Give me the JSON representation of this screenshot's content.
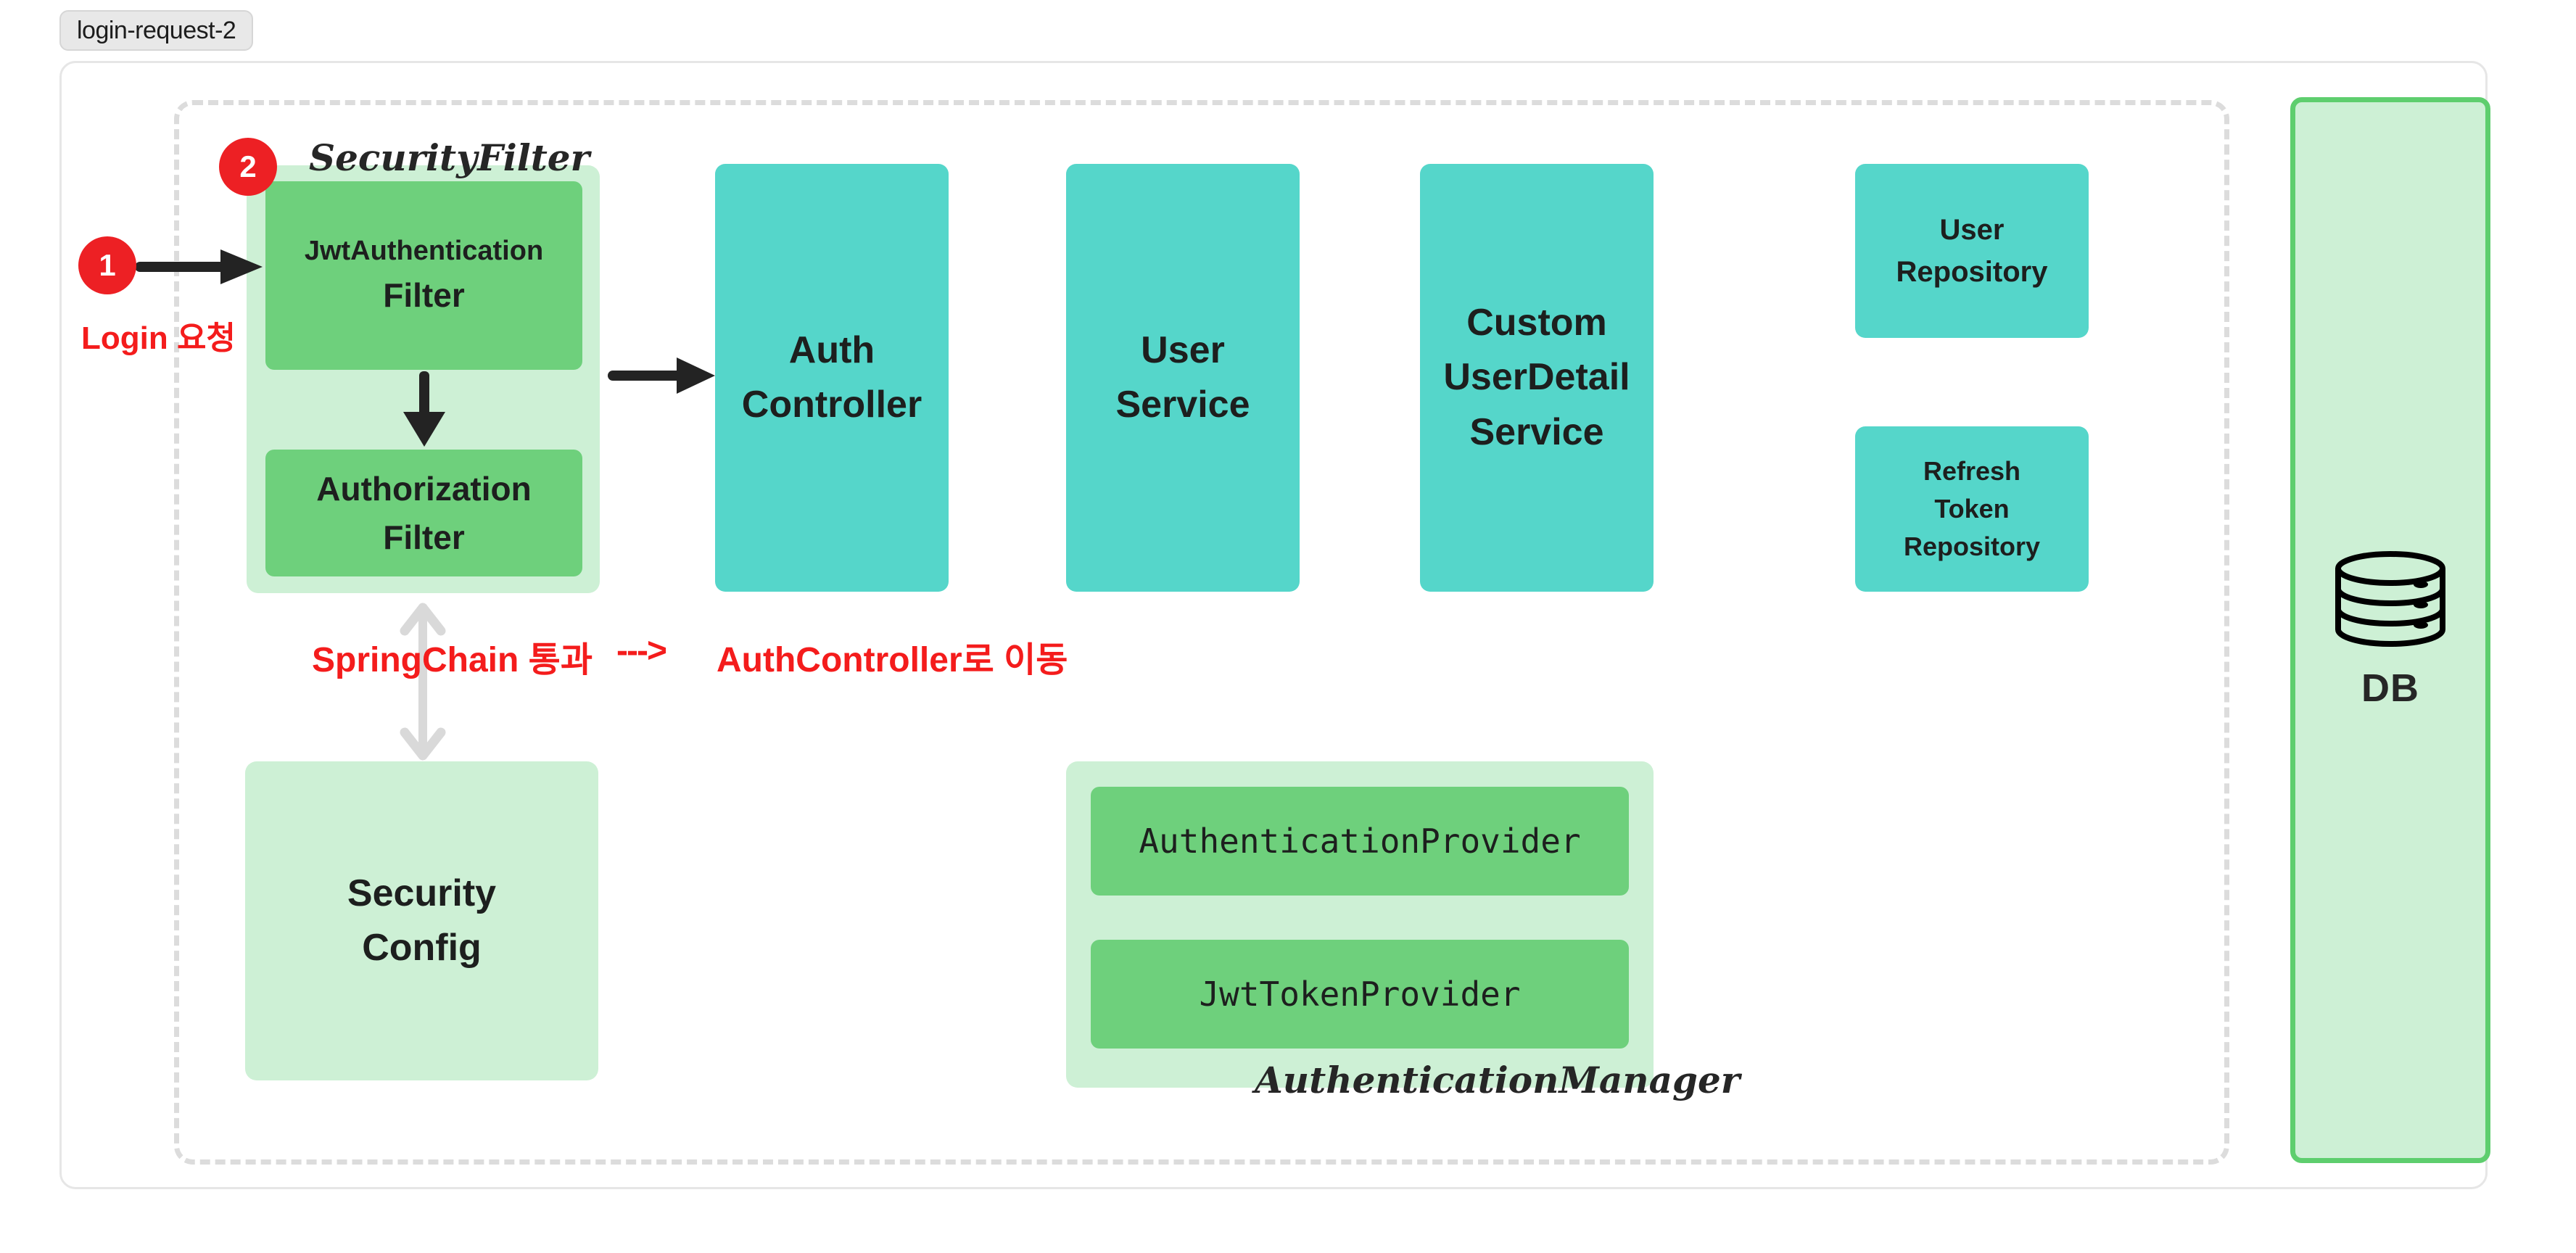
{
  "tag": {
    "label": "login-request-2"
  },
  "badges": [
    {
      "id": "step-1",
      "label": "1"
    },
    {
      "id": "step-2",
      "label": "2"
    }
  ],
  "annotations": {
    "login_request": "Login 요청",
    "spring_chain": "SpringChain 통과",
    "dashed_arrow": "--->",
    "move_to_controller": "AuthController로 이동"
  },
  "captions": {
    "security_filter": "SecurityFilter",
    "authentication_manager": "AuthenticationManager"
  },
  "security_filter_group": {
    "items": [
      {
        "line1": "JwtAuthentication",
        "line2": "Filter"
      },
      {
        "line1": "Authorization",
        "line2": "Filter"
      }
    ]
  },
  "components": {
    "auth_controller": {
      "line1": "Auth",
      "line2": "Controller"
    },
    "user_service": {
      "line1": "User",
      "line2": "Service"
    },
    "custom_user_detail_service": {
      "line1": "Custom",
      "line2": "UserDetail",
      "line3": "Service"
    },
    "user_repository": {
      "line1": "User",
      "line2": "Repository"
    },
    "refresh_token_repository": {
      "line1": "Refresh",
      "line2": "Token",
      "line3": "Repository"
    },
    "security_config": {
      "line1": "Security",
      "line2": "Config"
    }
  },
  "authentication_manager_group": {
    "items": [
      {
        "label": "AuthenticationProvider"
      },
      {
        "label": "JwtTokenProvider"
      }
    ]
  },
  "database": {
    "label": "DB",
    "icon": "database-cylinder-icon"
  },
  "colors": {
    "teal": "#55d6ca",
    "green": "#6ed07c",
    "light_green": "#cdf0d5",
    "db_border": "#5ece6e",
    "badge_red": "#ed2024",
    "annotation_red": "#f41c1c",
    "dashed_gray": "#dcdcdc",
    "arrow_black": "#232323",
    "arrow_gray": "#d9d9d9"
  }
}
